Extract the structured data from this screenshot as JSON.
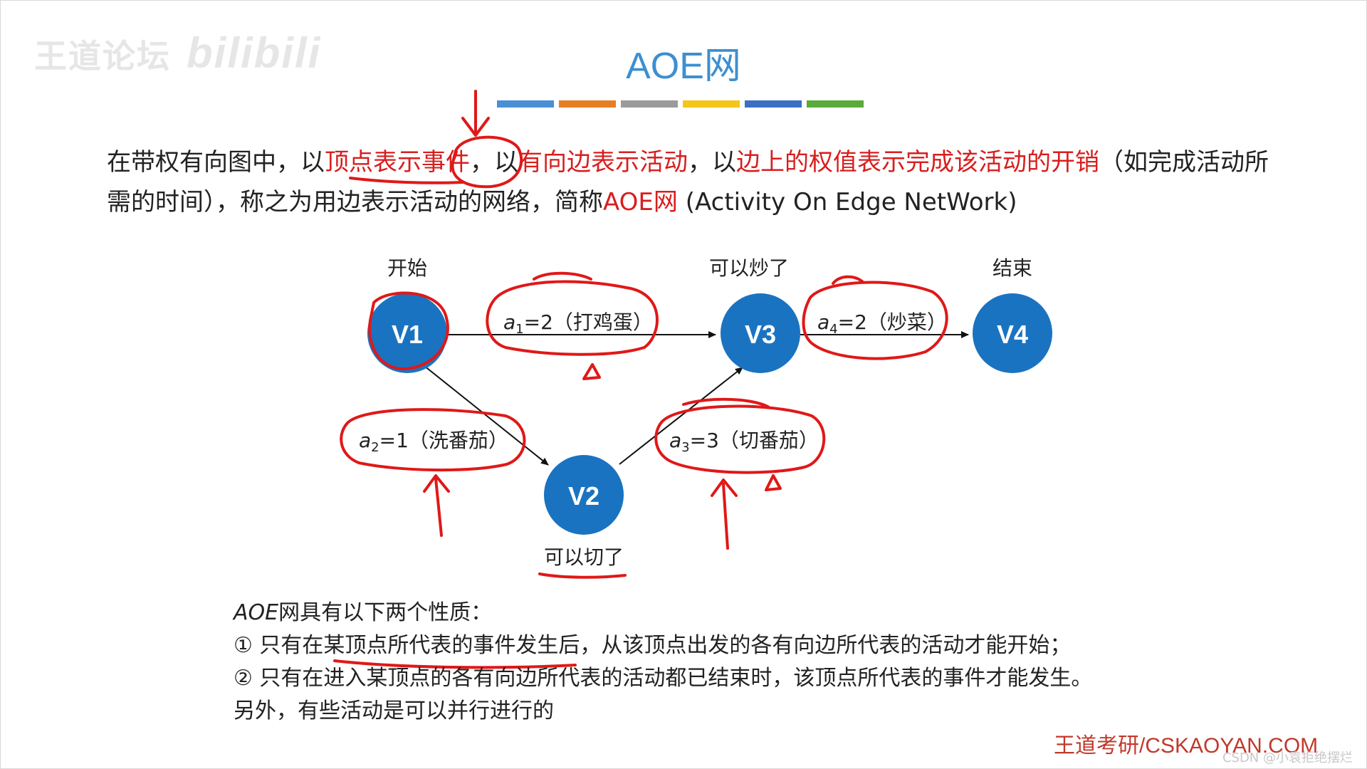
{
  "watermark": {
    "text": "王道论坛",
    "bili": "bilibili"
  },
  "slide": {
    "title": "AOE网",
    "color_bar": [
      "#4a90d6",
      "#e67e22",
      "#9b9b9b",
      "#f5c518",
      "#3a6fc4",
      "#5aab3a"
    ],
    "intro": {
      "p1": "在带权有向图中，以",
      "p2": "顶点表示事件",
      "p3": "，以",
      "p4": "有向边表示活动",
      "p5": "，以",
      "p6": "边上的权值表示完成该活动的开销",
      "p7": "（如完成活动所需的时间），称之为用边表示活动的网络，简称",
      "p8": "AOE网",
      "p9": " (Activity On Edge NetWork)"
    }
  },
  "graph": {
    "node_color": "#1a73c1",
    "nodes": [
      {
        "id": "V1",
        "caption": "开始"
      },
      {
        "id": "V2",
        "caption": "可以切了"
      },
      {
        "id": "V3",
        "caption": "可以炒了"
      },
      {
        "id": "V4",
        "caption": "结束"
      }
    ],
    "edges": [
      {
        "name": "a",
        "sub": "1",
        "rest": "=2（打鸡蛋）"
      },
      {
        "name": "a",
        "sub": "2",
        "rest": "=1（洗番茄）"
      },
      {
        "name": "a",
        "sub": "3",
        "rest": "=3（切番茄）"
      },
      {
        "name": "a",
        "sub": "4",
        "rest": "=2（炒菜）"
      }
    ]
  },
  "properties": {
    "heading_a": "AOE",
    "heading_b": "网具有以下两个性质：",
    "item1": "① 只有在某顶点所代表的事件发生后，从该顶点出发的各有向边所代表的活动才能开始；",
    "item2": "② 只有在进入某顶点的各有向边所代表的活动都已结束时，该顶点所代表的事件才能发生。",
    "note": "另外，有些活动是可以并行进行的"
  },
  "footer": {
    "brand": "王道考研/CSKAOYAN.COM"
  },
  "csdn": "CSDN @小袁拒绝摆烂"
}
